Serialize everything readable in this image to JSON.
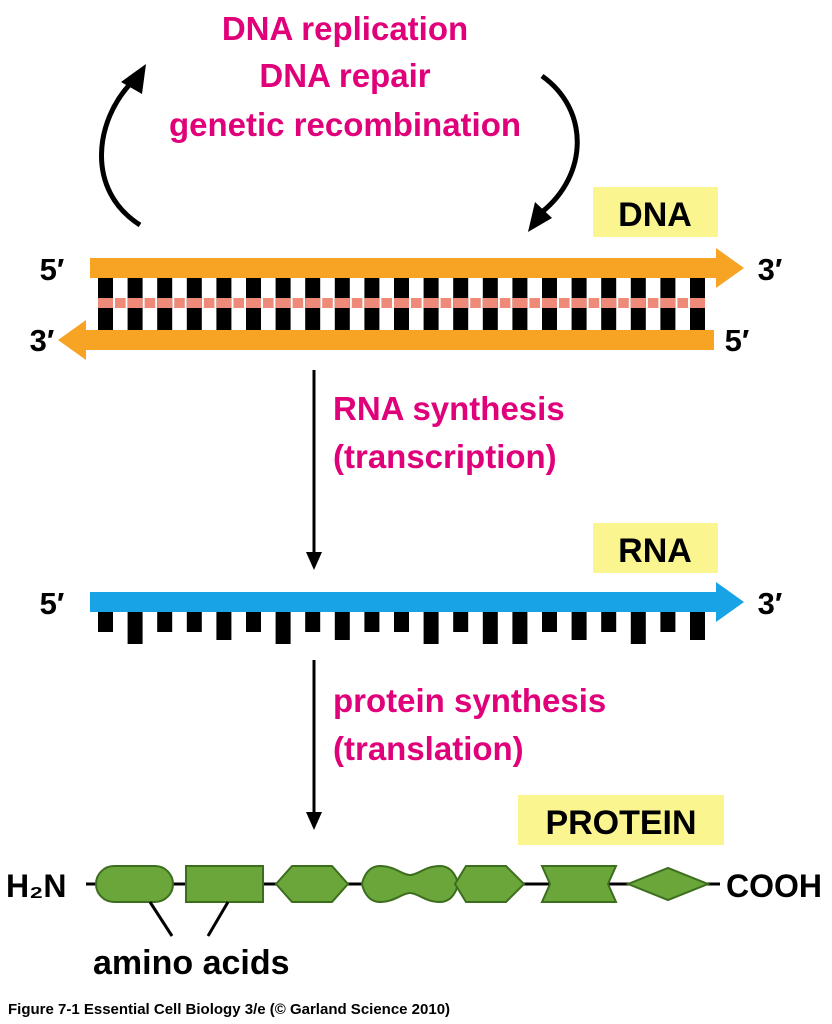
{
  "top_processes": {
    "line1": "DNA replication",
    "line2": "DNA repair",
    "line3": "genetic recombination"
  },
  "dna": {
    "label": "DNA",
    "top_left_end": "5′",
    "top_right_end": "3′",
    "bottom_left_end": "3′",
    "bottom_right_end": "5′"
  },
  "transcription": {
    "line1": "RNA synthesis",
    "line2": "(transcription)"
  },
  "rna": {
    "label": "RNA",
    "left_end": "5′",
    "right_end": "3′"
  },
  "translation": {
    "line1": "protein synthesis",
    "line2": "(translation)"
  },
  "protein": {
    "label": "PROTEIN",
    "n_terminus": "H₂N",
    "c_terminus": "COOH",
    "amino_acids_label": "amino acids",
    "amino_acid_shapes": [
      "pill",
      "rectangle",
      "hexagon",
      "dumbbell",
      "arrow-hexagon",
      "bowtie-rect",
      "diamond"
    ]
  },
  "colors": {
    "magenta_text": "#e0007a",
    "dna_strand": "#f7a323",
    "base_pair_link": "#f08a78",
    "rna_strand": "#17a3e6",
    "amino_acid_fill": "#6aa63a",
    "amino_acid_stroke": "#3d6e1e",
    "label_box": "#fbf58f"
  },
  "figure_caption": "Figure 7-1  Essential Cell Biology 3/e (© Garland Science 2010)"
}
